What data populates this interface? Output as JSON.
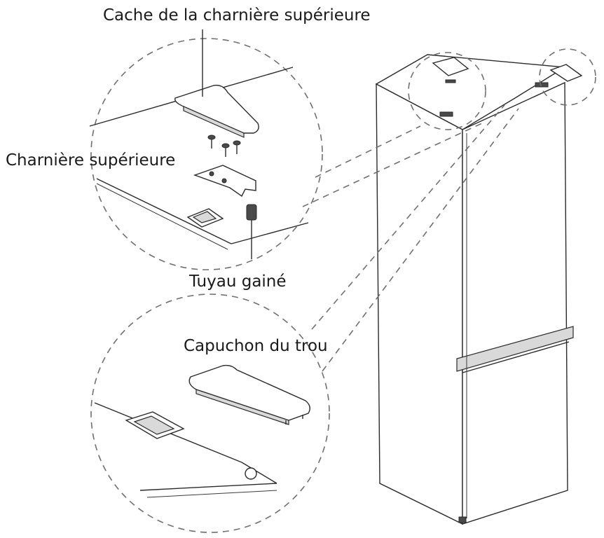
{
  "figure": {
    "labels": {
      "top_hinge_cover": "Cache de la charnière supérieure",
      "top_hinge": "Charnière supérieure",
      "sheathed_pipe": "Tuyau gainé",
      "hole_cap": "Capuchon du trou"
    }
  }
}
